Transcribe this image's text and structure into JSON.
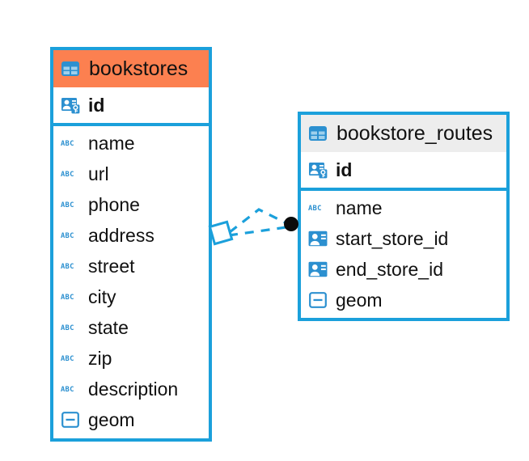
{
  "diagram": {
    "type": "entity-relationship-diagram",
    "background": "#ffffff",
    "accent_border": "#1BA0DB",
    "header_highlight": "#FC8050",
    "header_default": "#EDEDED",
    "icon_blue": "#2C90D0",
    "text_color": "#111111"
  },
  "tables": [
    {
      "name": "bookstores",
      "header_icon": "table-grid-icon",
      "header_color": "#FC8050",
      "selected": true,
      "primary_key": {
        "label": "id",
        "icon": "primary-key-icon"
      },
      "fields": [
        {
          "label": "name",
          "icon": "text-abc-icon"
        },
        {
          "label": "url",
          "icon": "text-abc-icon"
        },
        {
          "label": "phone",
          "icon": "text-abc-icon"
        },
        {
          "label": "address",
          "icon": "text-abc-icon"
        },
        {
          "label": "street",
          "icon": "text-abc-icon"
        },
        {
          "label": "city",
          "icon": "text-abc-icon"
        },
        {
          "label": "state",
          "icon": "text-abc-icon"
        },
        {
          "label": "zip",
          "icon": "text-abc-icon"
        },
        {
          "label": "description",
          "icon": "text-abc-icon"
        },
        {
          "label": "geom",
          "icon": "geometry-icon"
        }
      ]
    },
    {
      "name": "bookstore_routes",
      "header_icon": "table-grid-icon",
      "header_color": "#EDEDED",
      "selected": false,
      "primary_key": {
        "label": "id",
        "icon": "primary-key-icon"
      },
      "fields": [
        {
          "label": "name",
          "icon": "text-abc-icon"
        },
        {
          "label": "start_store_id",
          "icon": "foreign-key-icon"
        },
        {
          "label": "end_store_id",
          "icon": "foreign-key-icon"
        },
        {
          "label": "geom",
          "icon": "geometry-icon"
        }
      ]
    }
  ],
  "relationship": {
    "name": "bookstores-to-bookstore_routes",
    "line_style": "dashed",
    "line_color": "#1BA0DB",
    "source_endpoint": "diamond-outline",
    "target_endpoint": "filled-circle",
    "target_endpoint_color": "#000000"
  }
}
